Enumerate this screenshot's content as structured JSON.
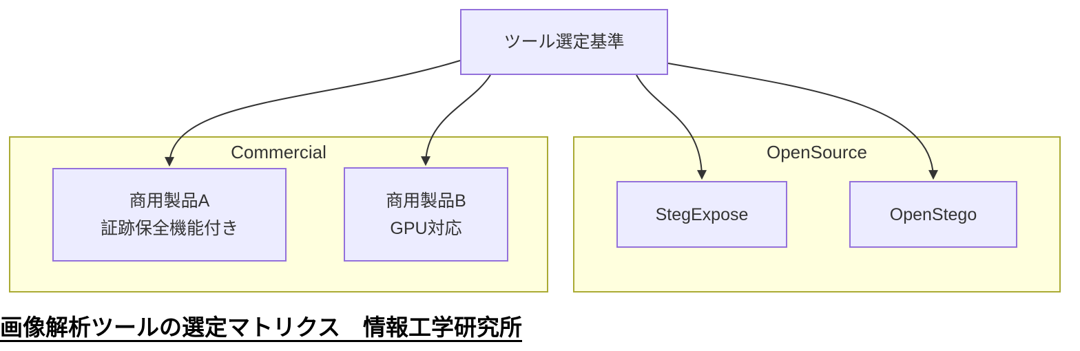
{
  "diagram": {
    "type": "flowchart",
    "root": {
      "label": "ツール選定基準"
    },
    "clusters": {
      "commercial": {
        "label": "Commercial"
      },
      "opensource": {
        "label": "OpenSource"
      }
    },
    "nodes": {
      "product_a": {
        "line1": "商用製品A",
        "line2": "証跡保全機能付き"
      },
      "product_b": {
        "line1": "商用製品B",
        "line2": "GPU対応"
      },
      "stegexpose": {
        "label": "StegExpose"
      },
      "openstego": {
        "label": "OpenStego"
      }
    },
    "edges": [
      {
        "from": "ツール選定基準",
        "to": "商用製品A"
      },
      {
        "from": "ツール選定基準",
        "to": "商用製品B"
      },
      {
        "from": "ツール選定基準",
        "to": "StegExpose"
      },
      {
        "from": "ツール選定基準",
        "to": "OpenStego"
      }
    ],
    "caption": "画像解析ツールの選定マトリクス　情報工学研究所",
    "colors": {
      "node_fill": "#ECECFF",
      "node_border": "#9370DB",
      "cluster_fill": "#FFFFDE",
      "cluster_border": "#AAAA33",
      "edge": "#333333",
      "node_text": "#333333",
      "caption_text": "#000000",
      "background": "#FFFFFF"
    }
  }
}
